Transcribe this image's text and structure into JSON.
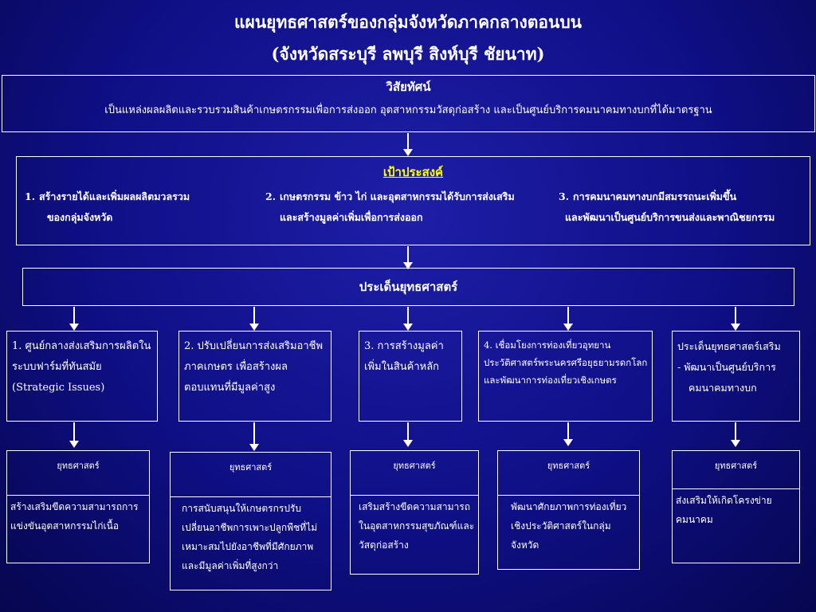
{
  "title": {
    "line1": "แผนยุทธศาสตร์ของกลุ่มจังหวัดภาคกลางตอนบน",
    "line2": "(จังหวัดสระบุรี  ลพบุรี  สิงห์บุรี  ชัยนาท)"
  },
  "vision": {
    "heading": "วิสัยทัศน์",
    "text": "เป็นแหล่งผลผลิตและรวบรวมสินค้าเกษตรกรรมเพื่อการส่งออก อุตสาหกรรมวัสดุก่อสร้าง และเป็นศูนย์บริการคมนาคมทางบกที่ได้มาตรฐาน"
  },
  "goals": {
    "heading": "เป้าประสงค์",
    "items": [
      {
        "num": "1.",
        "line1": "สร้างรายได้และเพิ่มผลผลิตมวลรวม",
        "line2": "ของกลุ่มจังหวัด"
      },
      {
        "num": "2.",
        "line1": "เกษตรกรรม ข้าว ไก่ และอุตสาหกรรมได้รับการส่งเสริม",
        "line2": "และสร้างมูลค่าเพิ่มเพื่อการส่งออก"
      },
      {
        "num": "3.",
        "line1": "การคมนาคมทางบกมีสมรรถนะเพิ่มขึ้น",
        "line2": "และพัฒนาเป็นศูนย์บริการขนส่งและพาณิชยกรรม"
      }
    ]
  },
  "issues": {
    "heading": "ประเด็นยุทธศาสตร์",
    "items": [
      {
        "text": "1. ศูนย์กลางส่งเสริมการผลิตในระบบฟาร์มที่ทันสมัย  (Strategic Issues)"
      },
      {
        "text": "2. ปรับเปลี่ยนการส่งเสริมอาชีพภาคเกษตร เพื่อสร้างผลตอบแทนที่มีมูลค่าสูง"
      },
      {
        "text": "3. การสร้างมูลค่าเพิ่มในสินค้าหลัก"
      },
      {
        "text": "4. เชื่อมโยงการท่องเที่ยวอุทยานประวัติศาสตร์พระนครศรีอยุธยามรดกโลกและพัฒนาการท่องเที่ยวเชิงเกษตร"
      },
      {
        "line1": "ประเด็นยุทธศาสตร์เสริม",
        "line2": "-  พัฒนาเป็นศูนย์บริการ",
        "line3": "คมนาคมทางบก"
      }
    ]
  },
  "strategies": [
    {
      "heading": "ยุทธศาสตร์",
      "text": "สร้างเสริมขีดความสามารถการแข่งขันอุตสาหกรรมไก่เนื้อ"
    },
    {
      "heading": "ยุทธศาสตร์",
      "text": "การสนับสนุนให้เกษตรกรปรับเปลี่ยนอาชีพการเพาะปลูกพืชที่ไม่เหมาะสมไปยังอาชีพที่มีศักยภาพและมีมูลค่าเพิ่มที่สูงกว่า"
    },
    {
      "heading": "ยุทธศาสตร์",
      "text": "เสริมสร้างขีดความสามารถในอุตสาหกรรมสุขภัณฑ์และวัสดุก่อสร้าง"
    },
    {
      "heading": "ยุทธศาสตร์",
      "text": "พัฒนาศักยภาพการท่องเที่ยวเชิงประวัติศาสตร์ในกลุ่มจังหวัด"
    },
    {
      "heading": "ยุทธศาสตร์",
      "text": "ส่งเสริมให้เกิดโครงข่ายคมนาคม"
    }
  ]
}
